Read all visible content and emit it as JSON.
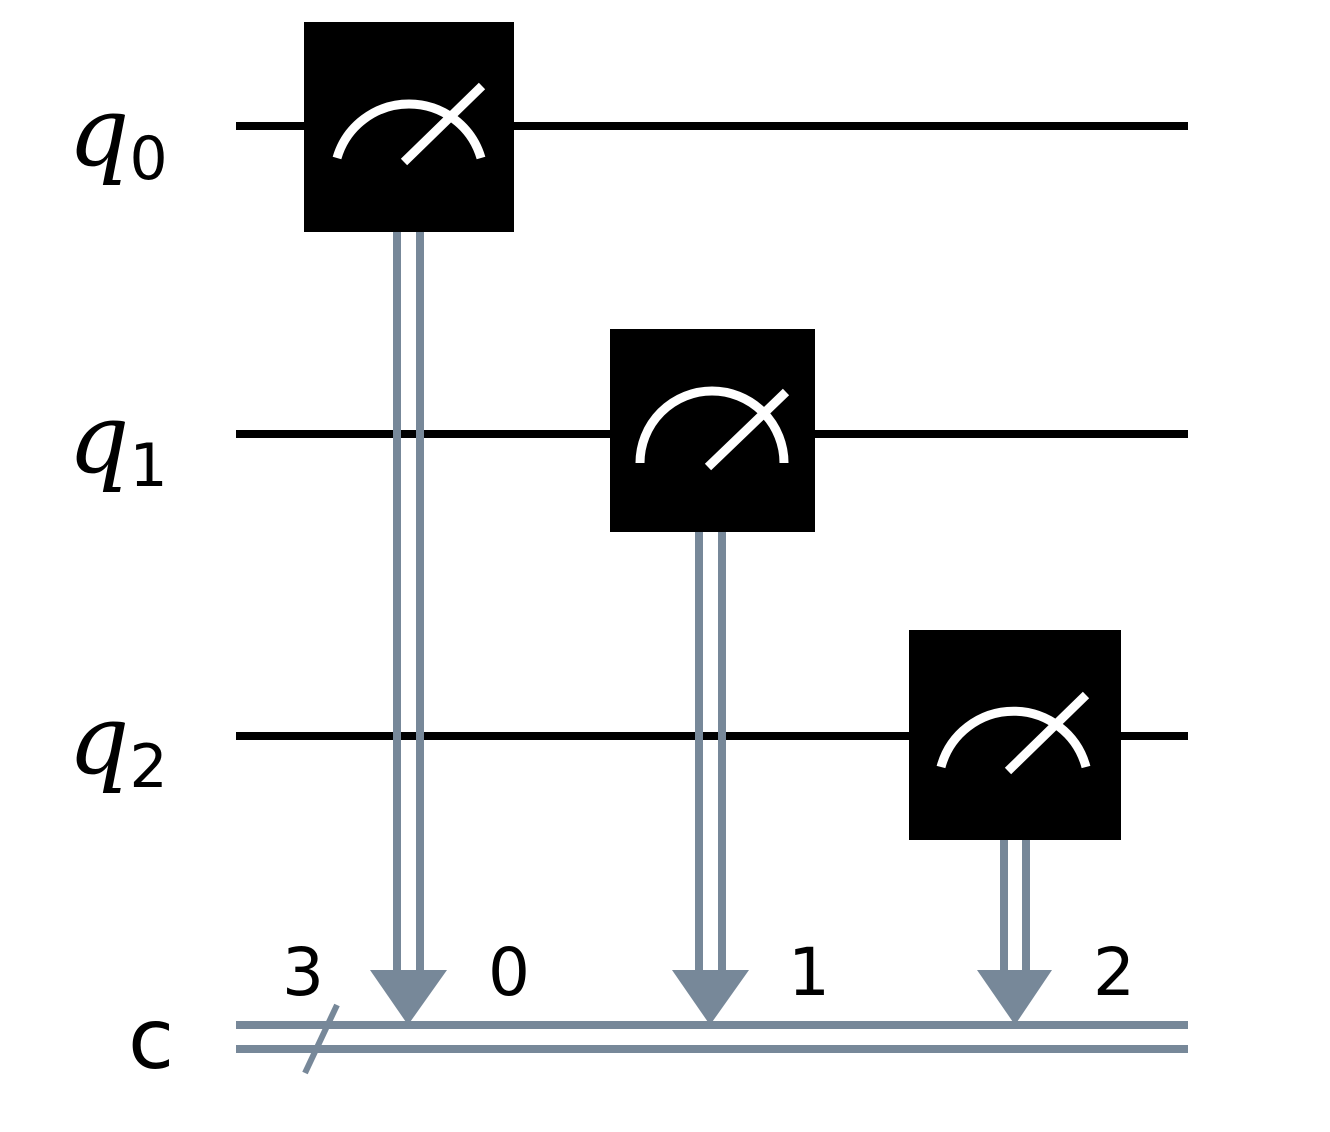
{
  "diagram": {
    "qubits": [
      {
        "name": "q",
        "index": "0"
      },
      {
        "name": "q",
        "index": "1"
      },
      {
        "name": "q",
        "index": "2"
      }
    ],
    "classical_register": {
      "name": "c",
      "size_label": "3",
      "bit_labels": [
        "0",
        "1",
        "2"
      ]
    },
    "gates": [
      {
        "type": "measure",
        "qubit": 0,
        "clbit": 0
      },
      {
        "type": "measure",
        "qubit": 1,
        "clbit": 1
      },
      {
        "type": "measure",
        "qubit": 2,
        "clbit": 2
      }
    ],
    "colors": {
      "wire": "#000000",
      "classical_wire": "#778899",
      "gate_fill": "#000000",
      "meter": "#ffffff"
    }
  }
}
